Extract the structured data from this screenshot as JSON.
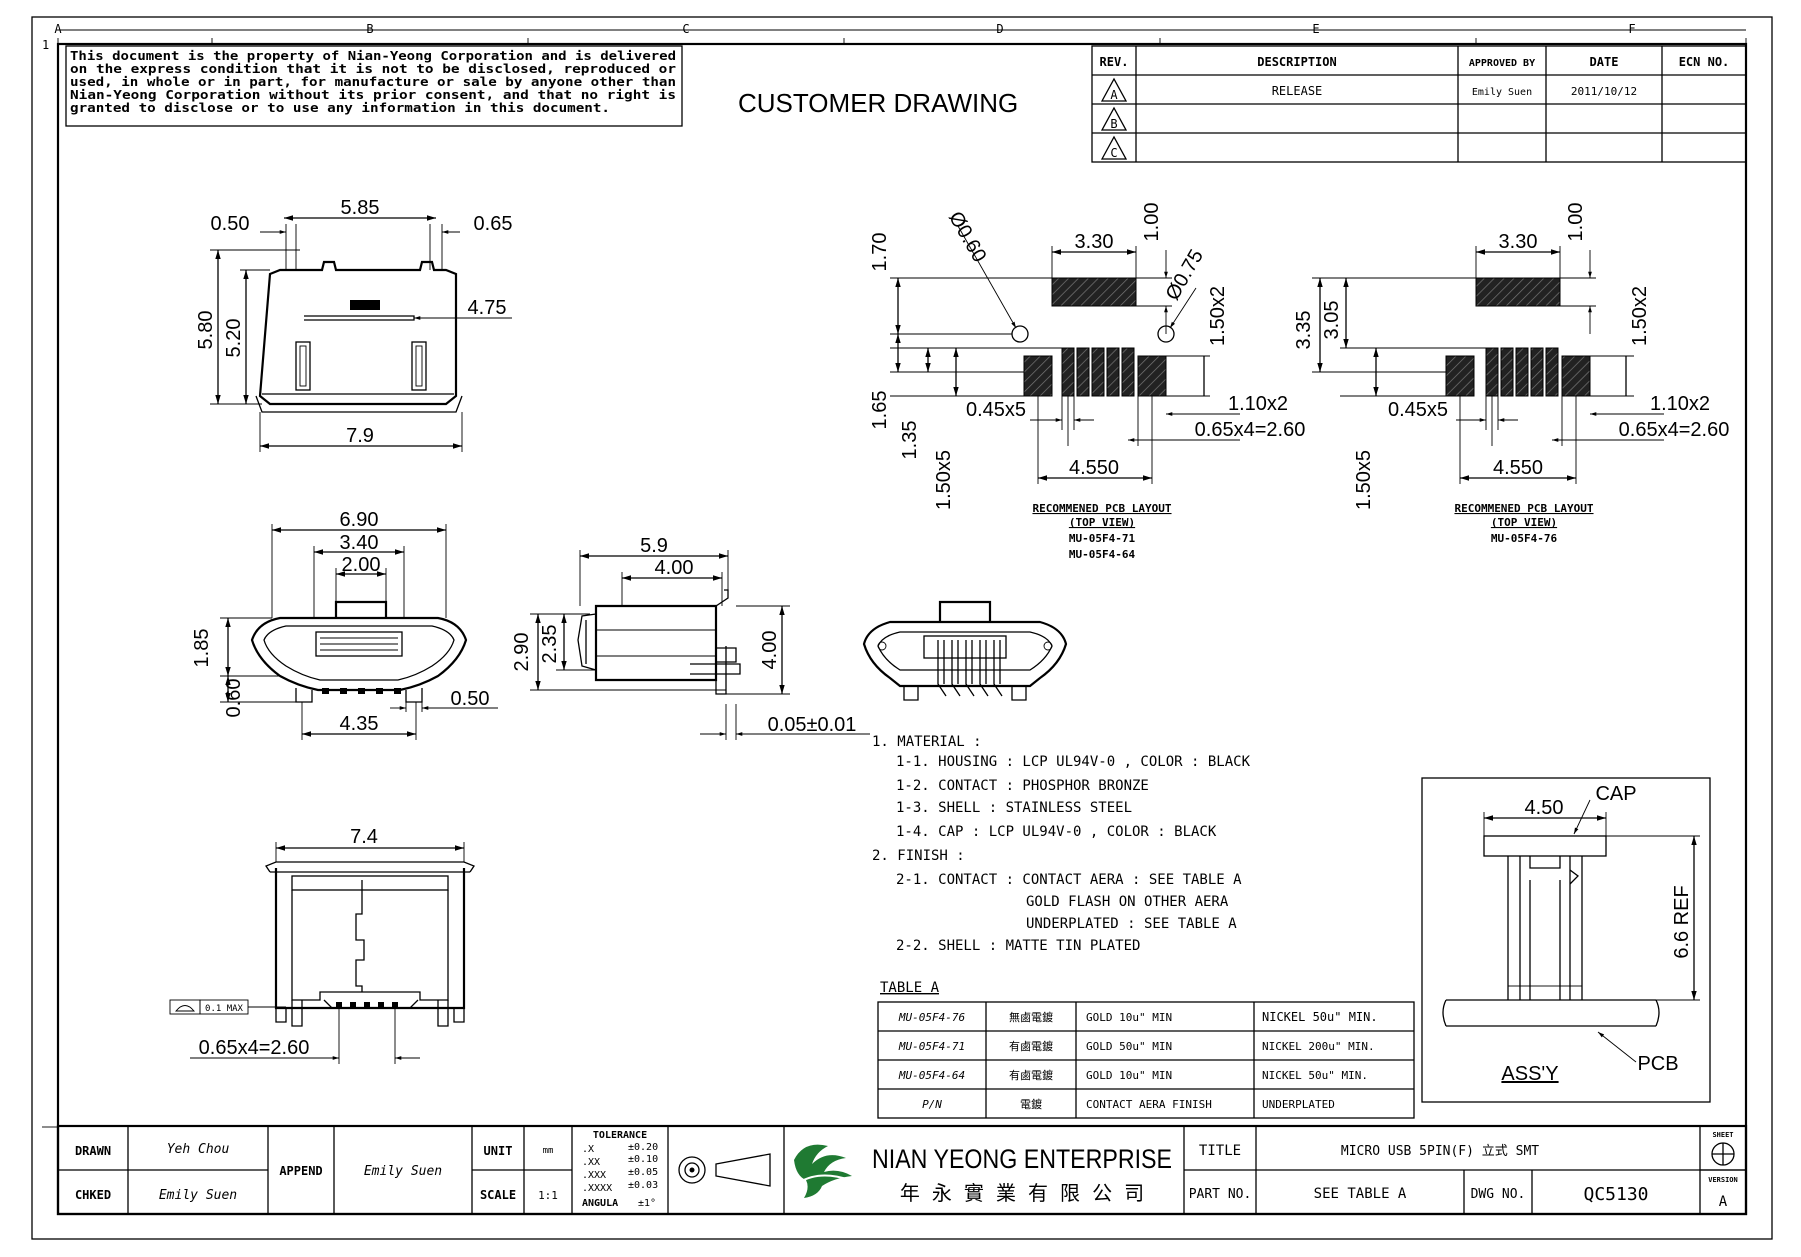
{
  "zone_labels": {
    "cols": [
      "A",
      "B",
      "C",
      "D",
      "E",
      "F"
    ],
    "row1": "1"
  },
  "notice": [
    "This document is the property of Nian-Yeong Corporation and is delivered",
    "on  the  express condition that it is not to be disclosed, reproduced or",
    "used, in whole or in part, for manufacture or sale by anyone other than",
    "Nian-Yeong Corporation without  its prior consent, and that  no right  is",
    "granted to disclose or to use any information in this  document."
  ],
  "customer_drawing": "CUSTOMER  DRAWING",
  "revision": {
    "headers": [
      "REV.",
      "DESCRIPTION",
      "APPROVED BY",
      "DATE",
      "ECN NO."
    ],
    "rows": [
      {
        "rev": "A",
        "description": "RELEASE",
        "approved": "Emily Suen",
        "date": "2011/10/12",
        "ecn": ""
      },
      {
        "rev": "B",
        "description": "",
        "approved": "",
        "date": "",
        "ecn": ""
      },
      {
        "rev": "C",
        "description": "",
        "approved": "",
        "date": "",
        "ecn": ""
      }
    ]
  },
  "dims": {
    "top": {
      "w585": "5.85",
      "w050": "0.50",
      "w065": "0.65",
      "h580": "5.80",
      "h520": "5.20",
      "w475": "4.75",
      "w79": "7.9"
    },
    "front": {
      "w690": "6.90",
      "w340": "3.40",
      "w200": "2.00",
      "h185": "1.85",
      "h060": "0.60",
      "w050": "0.50",
      "w435": "4.35"
    },
    "side": {
      "w59": "5.9",
      "w400": "4.00",
      "h290": "2.90",
      "h235": "2.35",
      "h400": "4.00",
      "tol": "0.05±0.01"
    },
    "bottom": {
      "w74": "7.4",
      "flat": "0.1 MAX",
      "pitch": "0.65x4=2.60"
    },
    "pcb1": {
      "d060": "Ø0.60",
      "d075": "Ø0.75",
      "w330": "3.30",
      "h100": "1.00",
      "h170": "1.70",
      "h150x2": "1.50x2",
      "h165": "1.65",
      "h135": "1.35",
      "h150x5": "1.50x5",
      "w045x5": "0.45x5",
      "w110x2": "1.10x2",
      "pitch": "0.65x4=2.60",
      "w4550": "4.550"
    },
    "pcb2": {
      "w330": "3.30",
      "h100": "1.00",
      "h335": "3.35",
      "h305": "3.05",
      "h150x2": "1.50x2",
      "w045x5": "0.45x5",
      "w110x2": "1.10x2",
      "pitch": "0.65x4=2.60",
      "w4550": "4.550",
      "h150x5": "1.50x5"
    }
  },
  "pcb_captions": {
    "p1": [
      "RECOMMENED PCB LAYOUT",
      "(TOP VIEW)",
      "MU-05F4-71",
      "MU-05F4-64"
    ],
    "p2": [
      "RECOMMENED PCB LAYOUT",
      "(TOP VIEW)",
      "MU-05F4-76"
    ]
  },
  "notes": [
    "1. MATERIAL :",
    "1-1. HOUSING : LCP UL94V-0 , COLOR : BLACK",
    "1-2. CONTACT : PHOSPHOR BRONZE",
    "1-3. SHELL : STAINLESS STEEL",
    "1-4. CAP : LCP UL94V-0 , COLOR : BLACK",
    "2. FINISH :",
    "2-1. CONTACT : CONTACT AERA : SEE TABLE A",
    "GOLD FLASH ON OTHER AERA",
    "UNDERPLATED : SEE TABLE A",
    "2-2. SHELL : MATTE TIN PLATED"
  ],
  "table_a": {
    "title": "TABLE A",
    "rows": [
      [
        "MU-05F4-76",
        "無鹵電鍍",
        "GOLD 10u\" MIN",
        "NICKEL 50u\" MIN."
      ],
      [
        "MU-05F4-71",
        "有鹵電鍍",
        "GOLD 50u\" MIN",
        "NICKEL 200u\" MIN."
      ],
      [
        "MU-05F4-64",
        "有鹵電鍍",
        "GOLD 10u\" MIN",
        "NICKEL 50u\" MIN."
      ],
      [
        "P/N",
        "電鍍",
        "CONTACT AERA FINISH",
        "UNDERPLATED"
      ]
    ]
  },
  "assy": {
    "w450": "4.50",
    "cap": "CAP",
    "ref": "6.6 REF",
    "pcb": "PCB",
    "label": "ASS'Y"
  },
  "title_block": {
    "drawn_label": "DRAWN",
    "drawn": "Yeh Chou",
    "checked_label": "CHKED",
    "checked": "Emily Suen",
    "append_label": "APPEND",
    "append": "Emily Suen",
    "unit_label": "UNIT",
    "unit": "mm",
    "scale_label": "SCALE",
    "scale": "1:1",
    "tolerance_title": "TOLERANCE",
    "tolerances": [
      [
        ".X",
        "±0.20"
      ],
      [
        ".XX",
        "±0.10"
      ],
      [
        ".XXX",
        "±0.05"
      ],
      [
        ".XXXX",
        "±0.03"
      ],
      [
        "ANGULA",
        "±1°"
      ]
    ],
    "company": "NIAN YEONG ENTERPRISE",
    "company_cn": "年 永 實 業 有 限 公 司",
    "title_label": "TITLE",
    "title": "MICRO USB 5PIN(F) 立式 SMT",
    "partno_label": "PART NO.",
    "partno": "SEE TABLE A",
    "dwgno_label": "DWG NO.",
    "dwgno": "QC5130",
    "sheet_label": "SHEET",
    "version_label": "VERSION",
    "version": "A"
  }
}
